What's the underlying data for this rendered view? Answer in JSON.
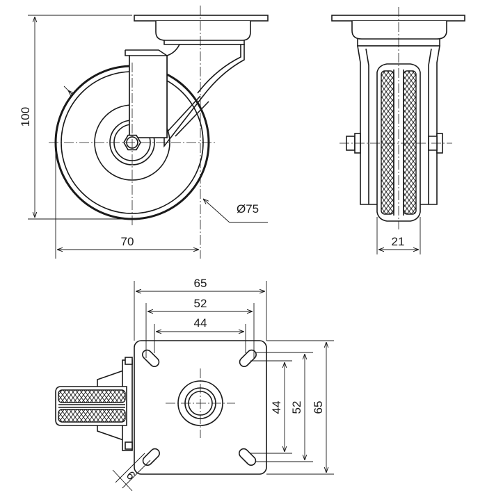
{
  "dimensions": {
    "side_height": "100",
    "side_width": "70",
    "wheel_diameter": "Ø75",
    "front_tread_width": "21",
    "plate_width": "65",
    "hole_spacing_outer": "52",
    "hole_spacing_inner": "44",
    "plate_height": "65",
    "hole_spacing_outer_vertical": "52",
    "hole_spacing_inner_vertical": "44",
    "slot_width": "6"
  }
}
